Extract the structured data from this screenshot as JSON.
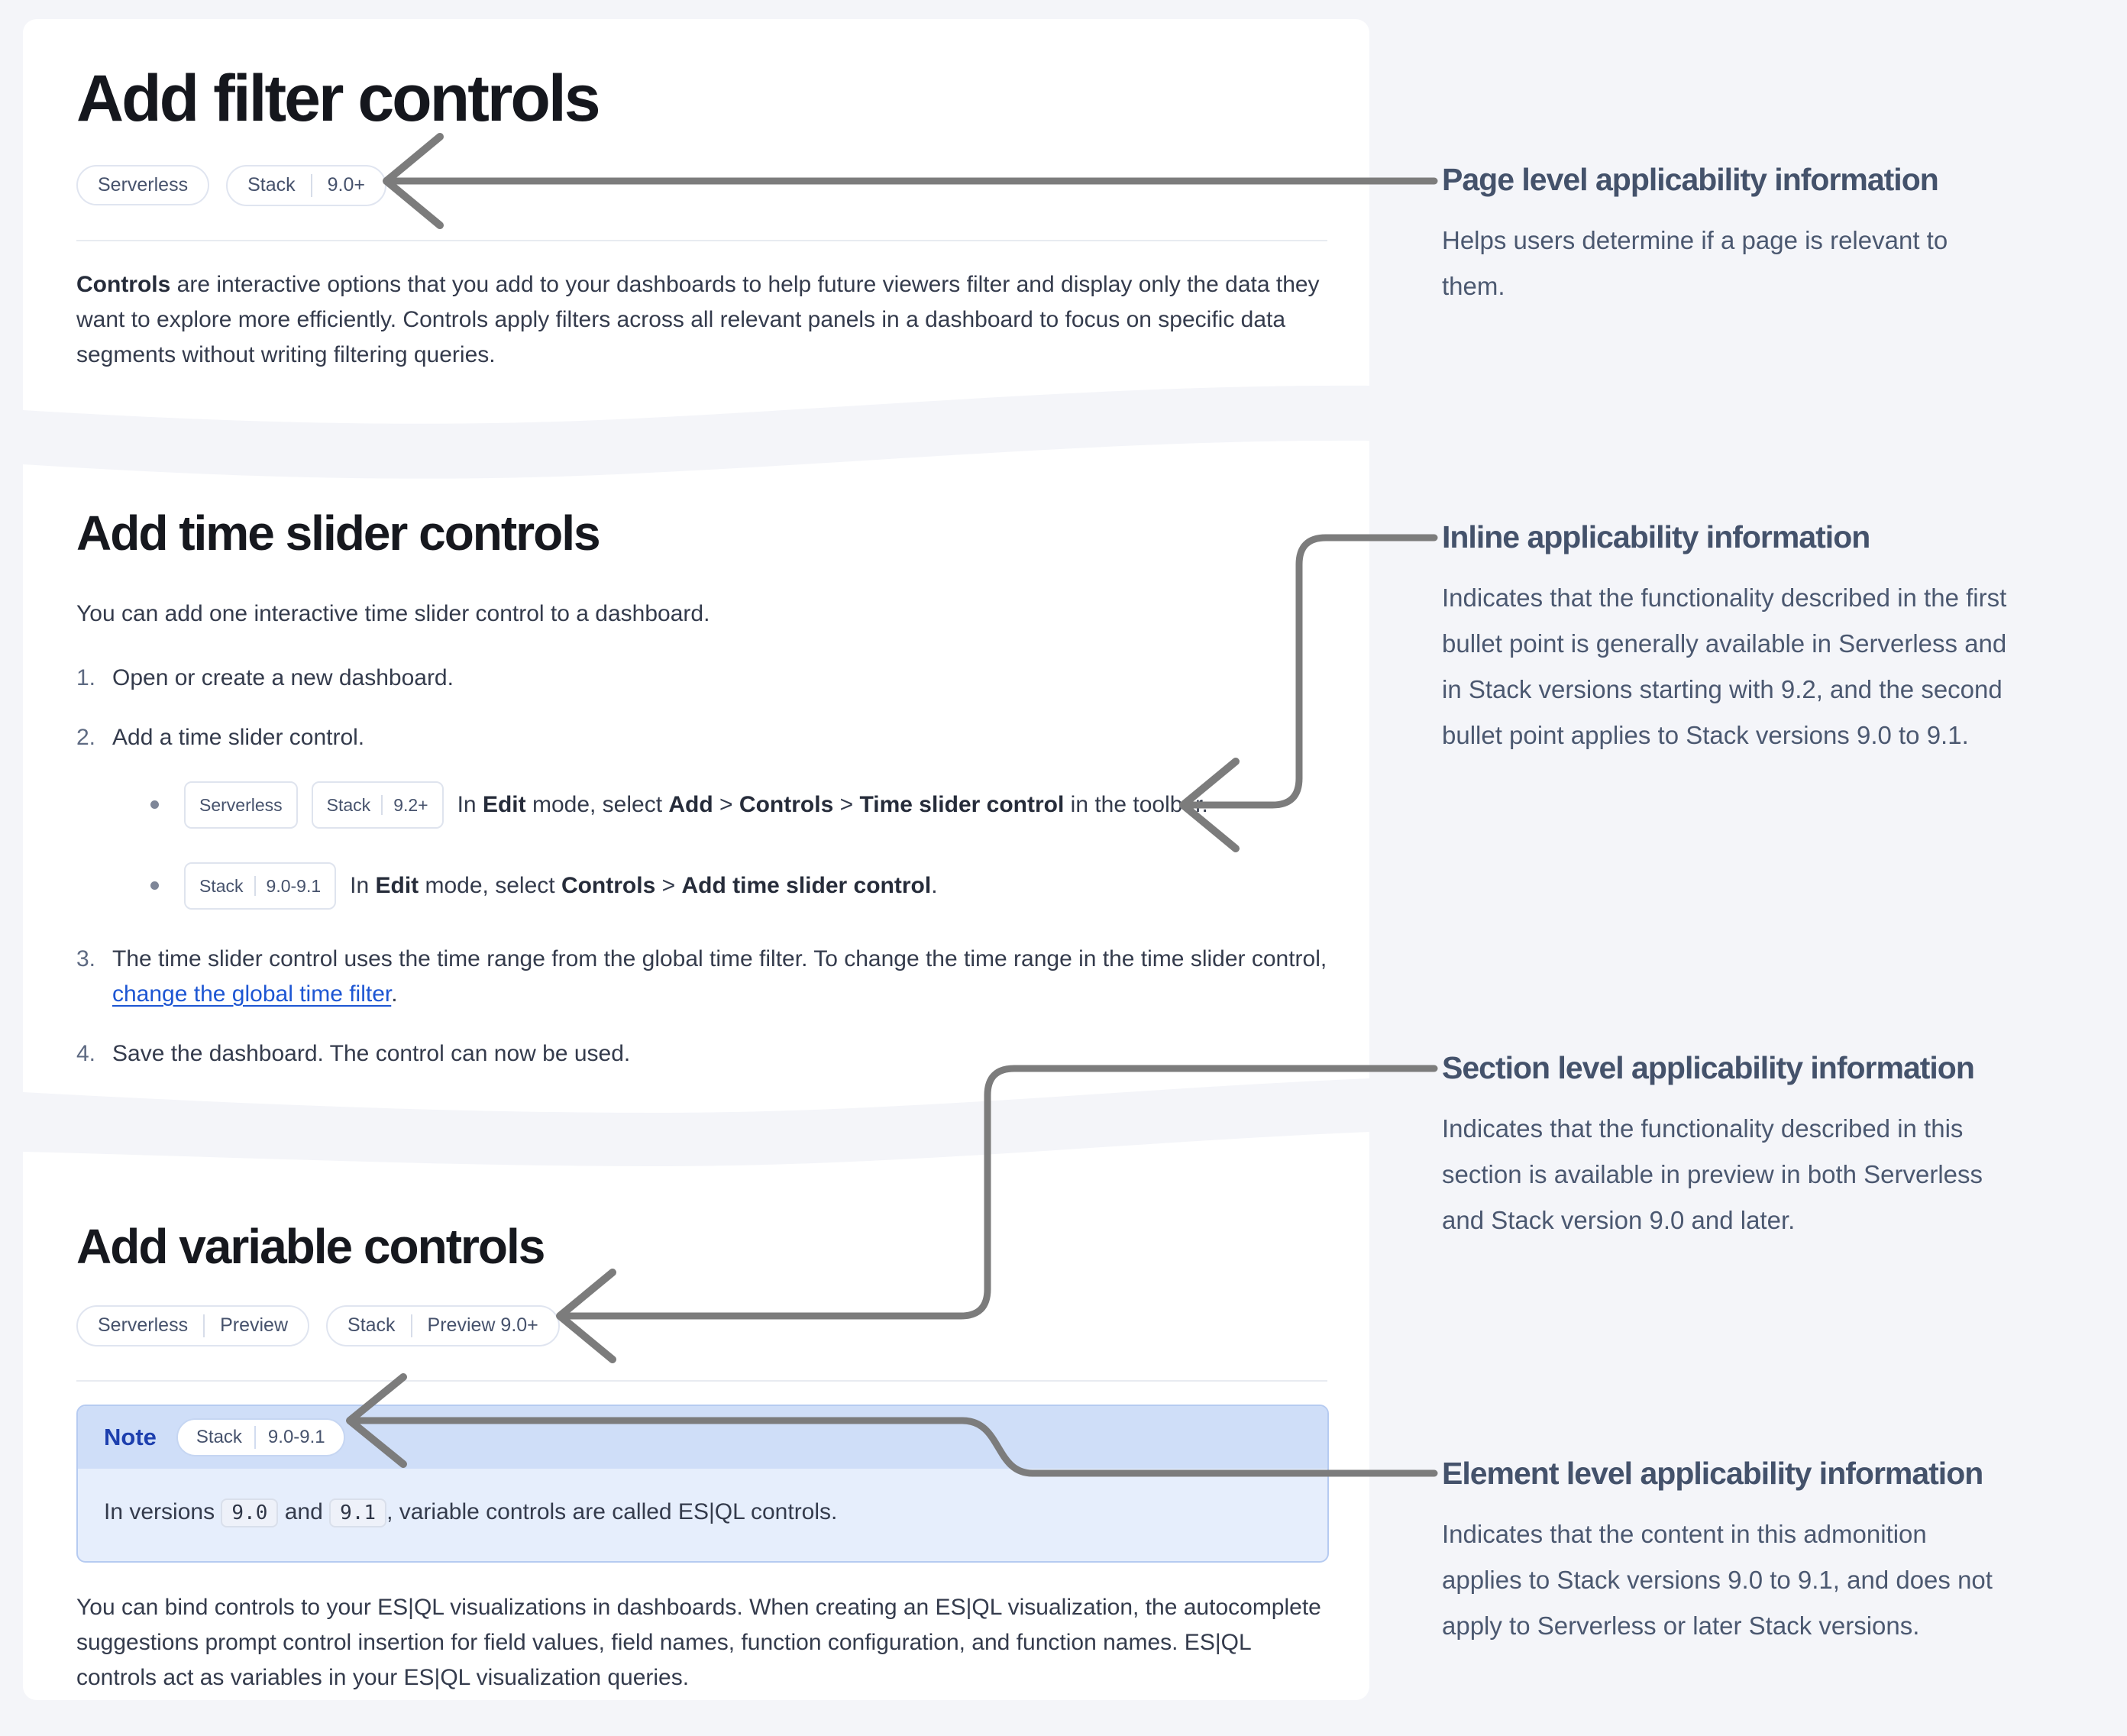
{
  "colors": {
    "page_background": "#f4f5f9",
    "card_background": "#ffffff",
    "arrow": "#7c7c7c",
    "link": "#1d56d3",
    "note_header": "#cfdef8",
    "note_body": "#e6eefc",
    "note_title": "#1d3fae",
    "annotation_text": "#44526b"
  },
  "sections": [
    {
      "title": "Add filter controls",
      "badges": [
        {
          "parts": [
            "Serverless"
          ]
        },
        {
          "parts": [
            "Stack",
            "9.0+"
          ]
        }
      ],
      "intro": [
        {
          "t": "Controls",
          "b": true
        },
        {
          "t": " are interactive options that you add to your dashboards to help future viewers filter and display only the data they want to explore more efficiently. Controls apply filters across all relevant panels in a dashboard to focus on specific data segments without writing filtering queries."
        }
      ]
    },
    {
      "title": "Add time slider controls",
      "intro": "You can add one interactive time slider control to a dashboard.",
      "steps": [
        {
          "num": "1.",
          "segments": [
            {
              "t": "Open or create a new dashboard."
            }
          ]
        },
        {
          "num": "2.",
          "segments": [
            {
              "t": "Add a time slider control."
            }
          ],
          "bullets": [
            {
              "badges": [
                {
                  "parts": [
                    "Serverless"
                  ]
                },
                {
                  "parts": [
                    "Stack",
                    "9.2+"
                  ]
                }
              ],
              "segments": [
                {
                  "t": "In "
                },
                {
                  "t": "Edit",
                  "b": true
                },
                {
                  "t": " mode, select "
                },
                {
                  "t": "Add",
                  "b": true
                },
                {
                  "t": " > "
                },
                {
                  "t": "Controls",
                  "b": true
                },
                {
                  "t": " > "
                },
                {
                  "t": "Time slider control",
                  "b": true
                },
                {
                  "t": " in the toolbar."
                }
              ]
            },
            {
              "badges": [
                {
                  "parts": [
                    "Stack",
                    "9.0-9.1"
                  ]
                }
              ],
              "segments": [
                {
                  "t": "In "
                },
                {
                  "t": "Edit",
                  "b": true
                },
                {
                  "t": " mode, select "
                },
                {
                  "t": "Controls",
                  "b": true
                },
                {
                  "t": " > "
                },
                {
                  "t": "Add time slider control",
                  "b": true
                },
                {
                  "t": "."
                }
              ]
            }
          ]
        },
        {
          "num": "3.",
          "segments": [
            {
              "t": "The time slider control uses the time range from the global time filter. To change the time range in the time slider control, "
            },
            {
              "t": "change the global time filter",
              "link": true
            },
            {
              "t": "."
            }
          ]
        },
        {
          "num": "4.",
          "segments": [
            {
              "t": "Save the dashboard. The control can now be used."
            }
          ]
        }
      ]
    },
    {
      "title": "Add variable controls",
      "badges": [
        {
          "parts": [
            "Serverless",
            "Preview"
          ]
        },
        {
          "parts": [
            "Stack",
            "Preview 9.0+"
          ]
        }
      ],
      "note": {
        "label": "Note",
        "badge": {
          "parts": [
            "Stack",
            "9.0-9.1"
          ]
        },
        "segments": [
          {
            "t": "In versions "
          },
          {
            "t": "9.0",
            "code": true
          },
          {
            "t": " and "
          },
          {
            "t": "9.1",
            "code": true
          },
          {
            "t": ", variable controls are called ES|QL controls."
          }
        ]
      },
      "outro": "You can bind controls to your ES|QL visualizations in dashboards. When creating an ES|QL visualization, the autocomplete suggestions prompt control insertion for field values, field names, function configuration, and function names. ES|QL controls act as variables in your ES|QL visualization queries."
    }
  ],
  "annotations": [
    {
      "title": "Page level applicability information",
      "body": "Helps users determine if a page is relevant to them."
    },
    {
      "title": "Inline applicability information",
      "body": "Indicates that the functionality described in the first bullet point is generally available in Serverless and in Stack versions starting with 9.2, and the second bullet point applies to Stack versions 9.0 to 9.1."
    },
    {
      "title": "Section level applicability information",
      "body": "Indicates that the functionality described in this section is available in preview in both Serverless and Stack version 9.0 and later."
    },
    {
      "title": "Element level applicability information",
      "body": "Indicates that the content in this admonition applies to Stack versions 9.0 to 9.1, and does not apply to Serverless or later Stack versions."
    }
  ]
}
